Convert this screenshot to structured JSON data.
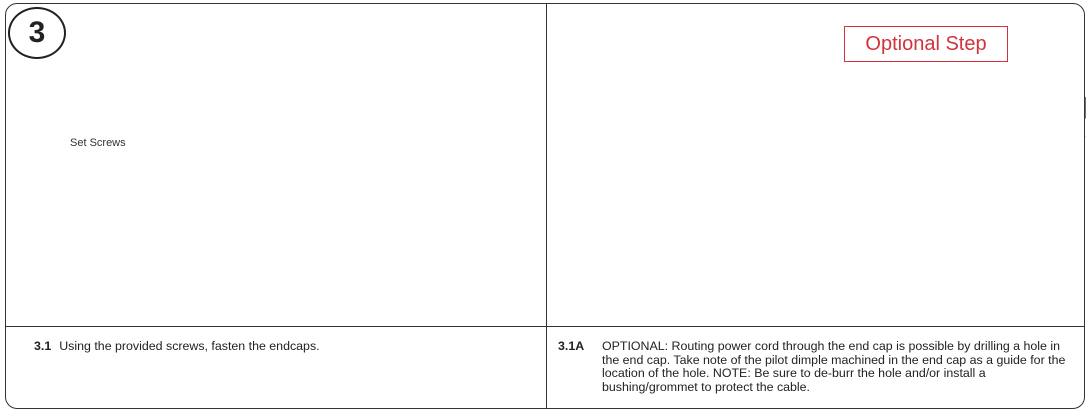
{
  "step": {
    "number": "3"
  },
  "badge": {
    "optional_label": "Optional Step"
  },
  "left_panel": {
    "callout": "Set Screws",
    "caption_number": "3.1",
    "caption_text": "Using the provided screws, fasten the endcaps."
  },
  "right_panel": {
    "caption_number": "3.1A",
    "caption_text": "OPTIONAL: Routing power cord through the end cap is possible by drilling a hole in the end cap. Take note of the pilot dimple machined in the end cap as a guide for the location of the hole. NOTE: Be sure to de-burr the hole and/or install a bushing/grommet to protect the cable."
  },
  "colors": {
    "accent_red": "#d2323c",
    "line": "#333333"
  }
}
